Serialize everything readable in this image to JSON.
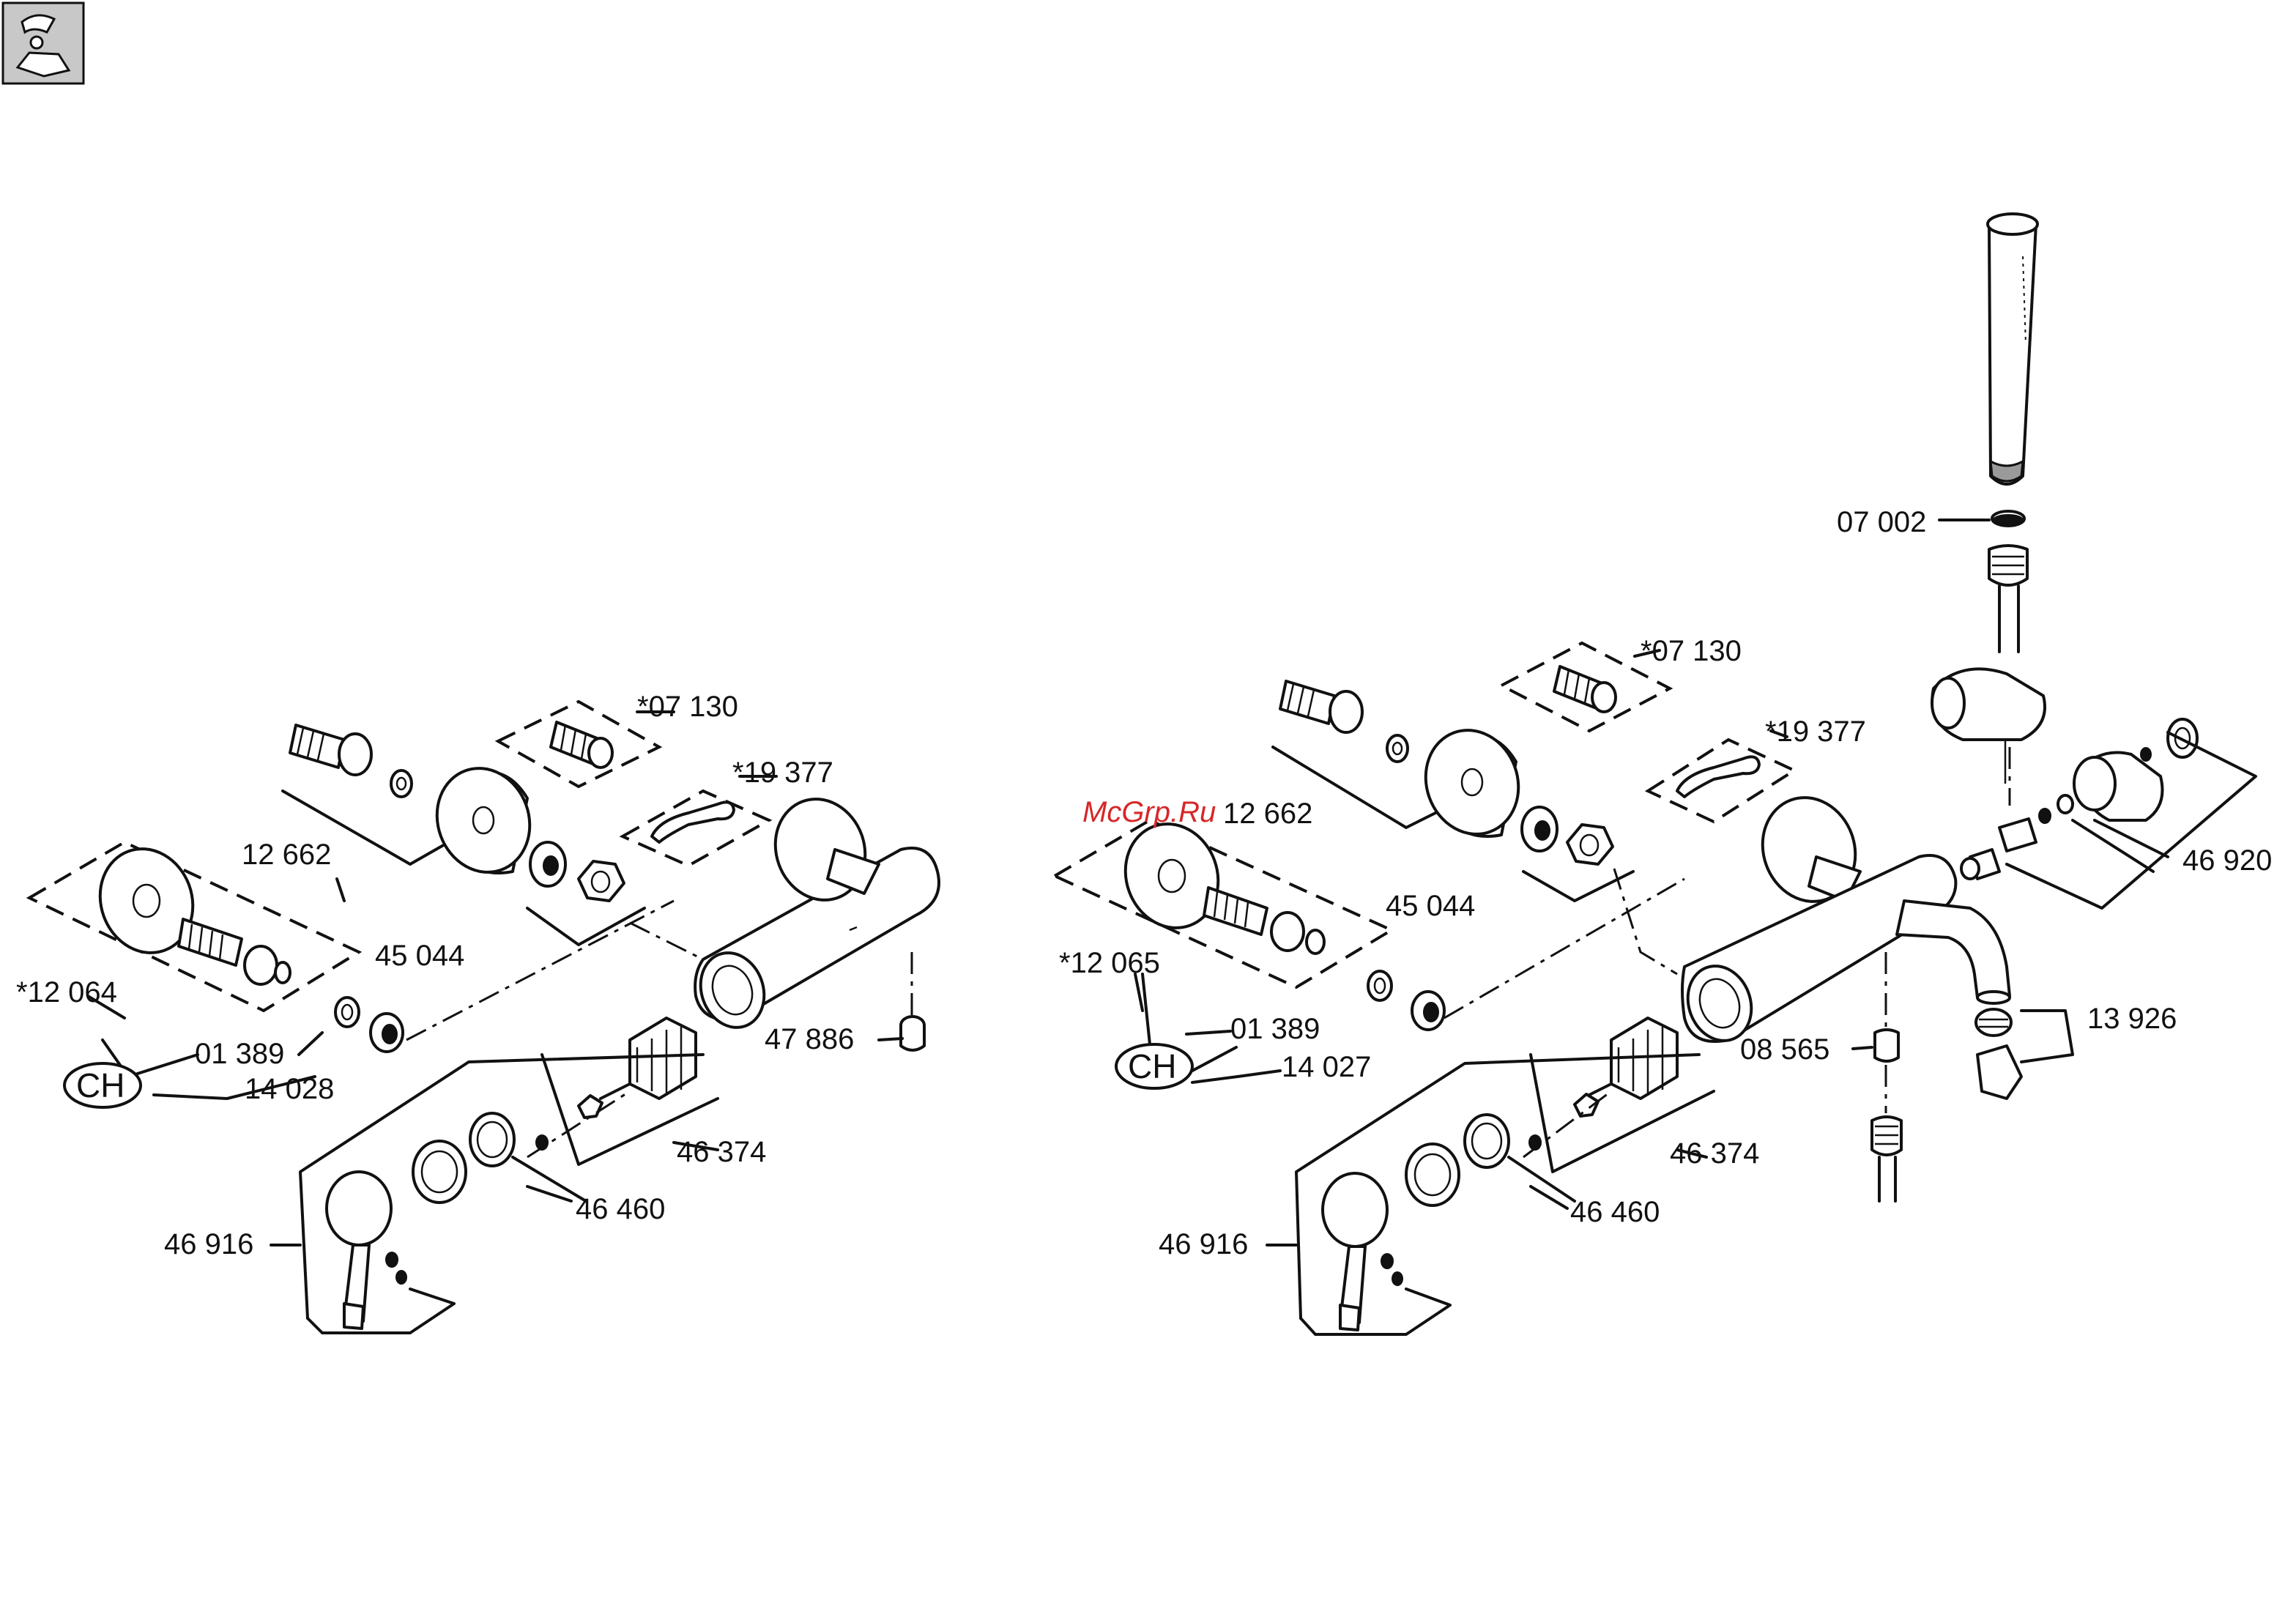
{
  "diagram": {
    "watermark": "McGrp.Ru",
    "left_assembly": {
      "labels": {
        "p07130": "*07 130",
        "p19377": "*19 377",
        "p12662": "12 662",
        "p45044": "45 044",
        "p12064": "*12 064",
        "p01389": "01 389",
        "pCH": "CH",
        "p14028": "14 028",
        "p47886": "47 886",
        "p46374": "46 374",
        "p46460": "46 460",
        "p46916": "46 916"
      }
    },
    "right_assembly": {
      "labels": {
        "p07002": "07 002",
        "p07130": "*07 130",
        "p19377": "*19 377",
        "p12662": "12 662",
        "p45044": "45 044",
        "p46920": "46 920",
        "p12065": "*12 065",
        "p01389": "01 389",
        "pCH": "CH",
        "p14027": "14 027",
        "p08565": "08 565",
        "p13926": "13 926",
        "p46374": "46 374",
        "p46460": "46 460",
        "p46916": "46 916"
      }
    }
  }
}
